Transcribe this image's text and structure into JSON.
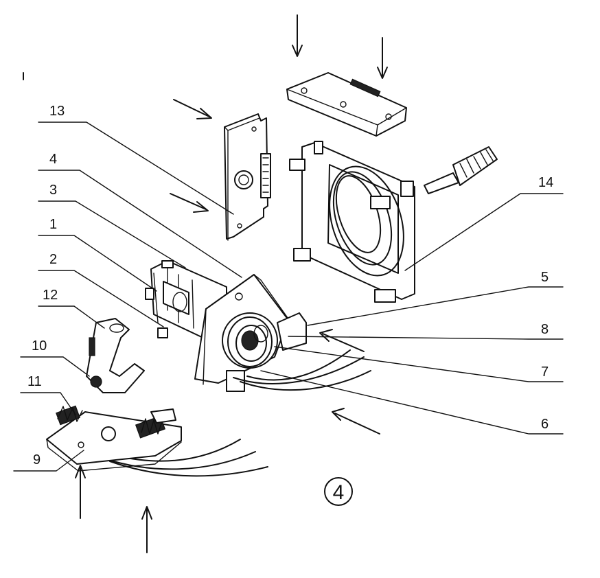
{
  "figure_number": "4",
  "callouts": [
    {
      "id": "c13",
      "text": "13"
    },
    {
      "id": "c4",
      "text": "4"
    },
    {
      "id": "c3",
      "text": "3"
    },
    {
      "id": "c1",
      "text": "1"
    },
    {
      "id": "c2",
      "text": "2"
    },
    {
      "id": "c12",
      "text": "12"
    },
    {
      "id": "c10",
      "text": "10"
    },
    {
      "id": "c11",
      "text": "11"
    },
    {
      "id": "c9",
      "text": "9"
    },
    {
      "id": "c14",
      "text": "14"
    },
    {
      "id": "c5",
      "text": "5"
    },
    {
      "id": "c8",
      "text": "8"
    },
    {
      "id": "c7",
      "text": "7"
    },
    {
      "id": "c6",
      "text": "6"
    }
  ]
}
